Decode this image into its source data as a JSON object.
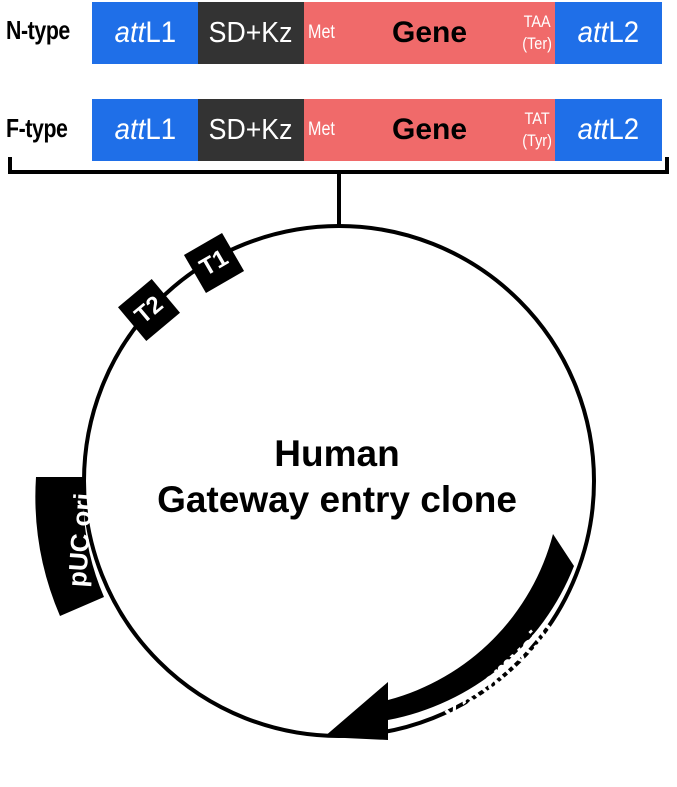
{
  "construct_rows": [
    {
      "row_label": "N-type",
      "att_left": {
        "italic": "att",
        "plain": "L1"
      },
      "sd_kz": "SD+Kz",
      "met": "Met",
      "gene": "Gene",
      "stop_codon": "TAA",
      "stop_aa": "(Ter)",
      "att_right": {
        "italic": "att",
        "plain": "L2"
      }
    },
    {
      "row_label": "F-type",
      "att_left": {
        "italic": "att",
        "plain": "L1"
      },
      "sd_kz": "SD+Kz",
      "met": "Met",
      "gene": "Gene",
      "stop_codon": "TAT",
      "stop_aa": "(Tyr)",
      "att_right": {
        "italic": "att",
        "plain": "L2"
      }
    }
  ],
  "plasmid": {
    "title_line1": "Human",
    "title_line2": "Gateway entry clone",
    "features": {
      "t1": "T1",
      "t2": "T2",
      "ori": "pUC ori",
      "resistance": "Kanamycin"
    }
  },
  "colors": {
    "att": "#1f6fe8",
    "sd_kz": "#333333",
    "gene": "#f06a6a",
    "features": "#000000",
    "backbone": "#000000"
  }
}
